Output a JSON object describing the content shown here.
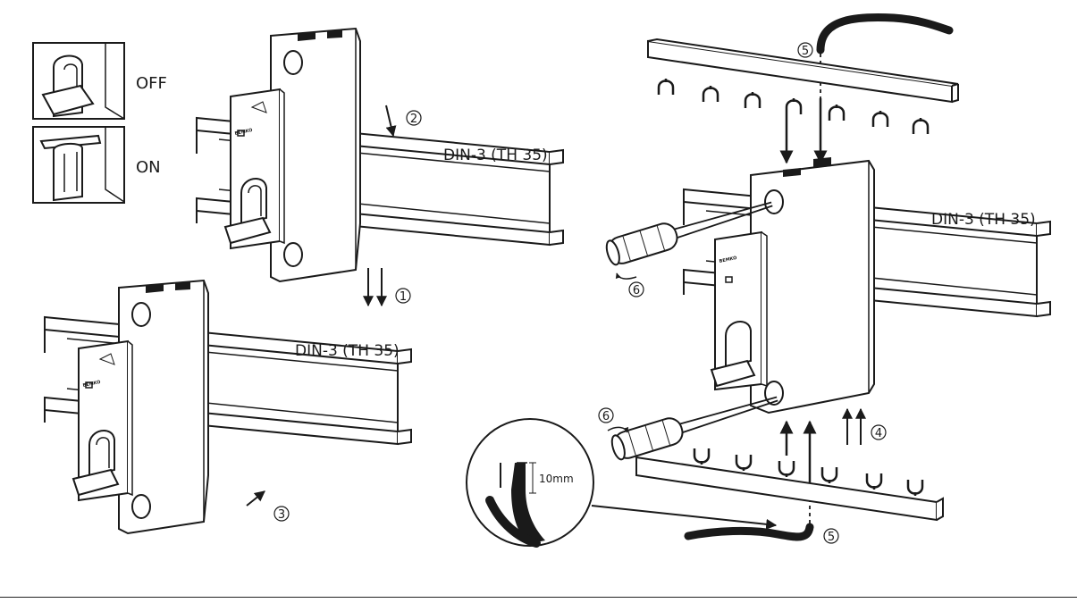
{
  "state_labels": {
    "off": "OFF",
    "on": "ON"
  },
  "rail_label": "DIN-3 (TH 35)",
  "dimension_label": "10mm",
  "brand_mark": "BEMKO",
  "steps": {
    "s1": "1",
    "s2": "2",
    "s3": "3",
    "s4": "4",
    "s5": "5",
    "s6": "6"
  },
  "colors": {
    "line": "#1a1a1a",
    "background": "#ffffff"
  }
}
